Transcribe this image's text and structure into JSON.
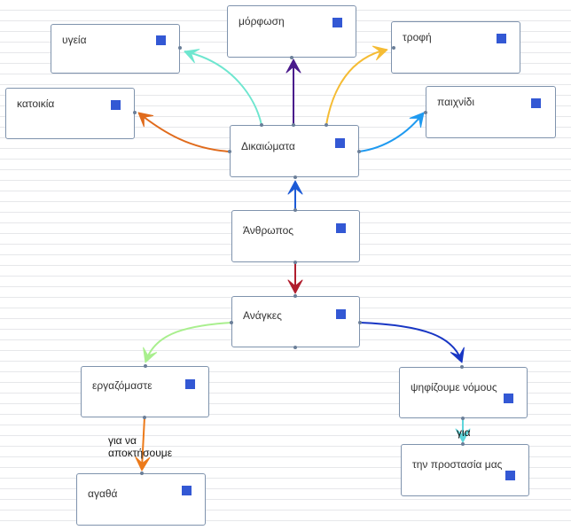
{
  "nodes": {
    "ygeia": "υγεία",
    "morfosi": "μόρφωση",
    "trofi": "τροφή",
    "katoikia": "κατοικία",
    "paixnidi": "παιχνίδι",
    "dikaiomata": "Δικαιώματα",
    "anthropos": "Άνθρωπος",
    "anagkes": "Ανάγκες",
    "ergazomaste": "εργαζόμαστε",
    "psifizoume": "ψηφίζουμε νόμους",
    "agatha": "αγαθά",
    "prostasia": "την προστασία μας"
  },
  "edge_labels": {
    "gia_na": "για να",
    "apoktisoume": "αποκτήσουμε",
    "gia": "για"
  },
  "colors": {
    "node_square": "#3358d4",
    "node_border": "#7f93ad",
    "edge_ygeia": "#6ee6cf",
    "edge_morfosi": "#4a1a8c",
    "edge_trofi": "#f5bc34",
    "edge_katoikia": "#e06b1c",
    "edge_paixnidi": "#1f9af0",
    "edge_anthropos_dikaiomata": "#1c5ad6",
    "edge_anthropos_anagkes": "#b01e2e",
    "edge_ergazomaste": "#a9ef8e",
    "edge_psifizoume": "#1836c4",
    "edge_agatha": "#ec7a1a",
    "edge_prostasia": "#5ed6db"
  }
}
